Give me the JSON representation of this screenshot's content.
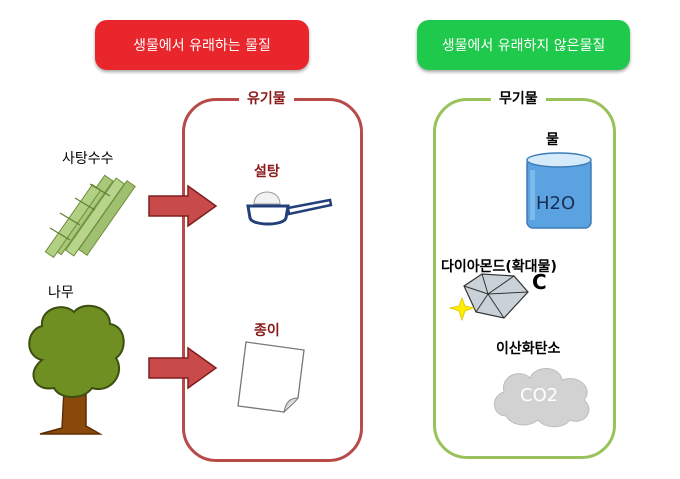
{
  "left_header": "생물에서 유래하는 물질",
  "right_header": "생물에서 유래하지 않은물질",
  "organic": {
    "title": "유기물",
    "items": [
      {
        "source": "사탕수수",
        "product": "설탕"
      },
      {
        "source": "나무",
        "product": "종이"
      }
    ]
  },
  "inorganic": {
    "title": "무기물",
    "items": [
      {
        "label": "물",
        "icon_text": "H2O"
      },
      {
        "label": "다이아몬드(확대물)",
        "icon_text": "C"
      },
      {
        "label": "이산화탄소",
        "icon_text": "CO2"
      }
    ]
  },
  "colors": {
    "left_header": "#e8262c",
    "right_header": "#1fc94b",
    "organic_border": "#b94a4a",
    "inorganic_border": "#9ac25c",
    "arrow": "#c94a4a"
  }
}
